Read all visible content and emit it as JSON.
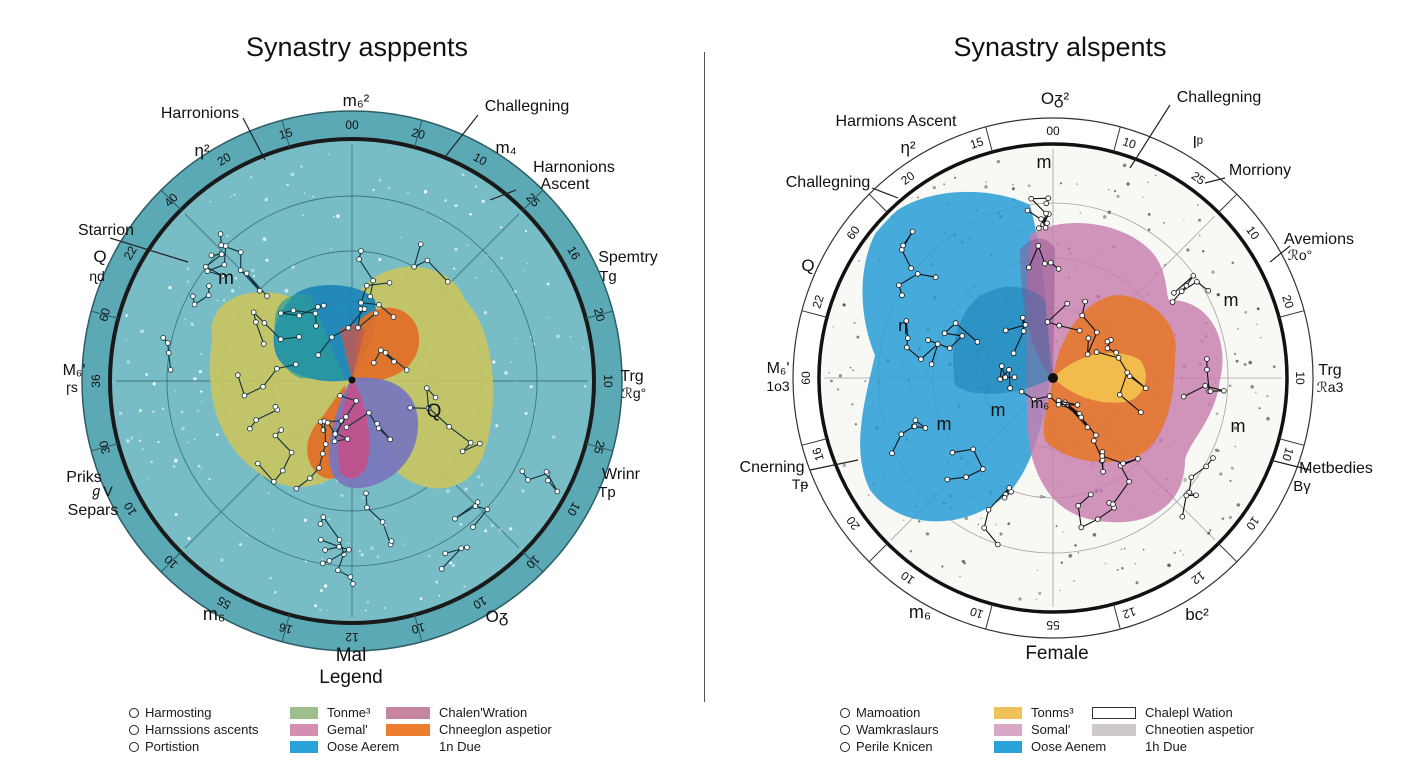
{
  "left_chart": {
    "title": "Synastry asppents",
    "caption_line1": "Mal",
    "caption_line2": "Legend",
    "sign_labels": [
      "Harronions",
      "m₆²",
      "Challegning",
      "η²",
      "m₄",
      "Harnonions",
      "Ascent",
      "Starrion",
      "Q",
      "ɳd",
      "Spemtry",
      "Tg",
      "m",
      "M₆ʹ",
      "ɼs",
      "Trg",
      "ℛg°",
      "Q",
      "Priks",
      "ℊV",
      "Separs",
      "Wrinr",
      "Tp",
      "m₆",
      "Oᵹ"
    ],
    "degree_labels": [
      "00",
      "20",
      "10",
      "25",
      "16",
      "20",
      "10",
      "25",
      "10",
      "10",
      "10",
      "10",
      "12",
      "16",
      "55",
      "10",
      "10",
      "30",
      "36",
      "60",
      "22",
      "40",
      "20",
      "15"
    ]
  },
  "right_chart": {
    "title": "Synastry alspents",
    "caption": "Female",
    "sign_labels": [
      "Oᵹ²",
      "Challegning",
      "Harmions Ascent",
      "η²",
      "m",
      "lᵖ",
      "Challegning",
      "Morriony",
      "Avemions",
      "ℛo°",
      "Q",
      "η",
      "m",
      "M₆ʹ",
      "1o3",
      "m",
      "m",
      "m₆",
      "Trg",
      "ℛa3",
      "Cnerning",
      "Tᵽ",
      "m",
      "Metbedies",
      "Bγ",
      "m₆",
      "bc²"
    ],
    "degree_labels": [
      "00",
      "10",
      "25",
      "10",
      "20",
      "10",
      "10",
      "10",
      "12",
      "12",
      "55",
      "10",
      "10",
      "20",
      "16",
      "60",
      "22",
      "60",
      "20",
      "15"
    ]
  },
  "legend_left": {
    "col1": [
      "Harmosting",
      "Harnssions ascents",
      "Portistion"
    ],
    "col2": [
      "Tonme³",
      "Gemal'",
      "Oose Aerem"
    ],
    "col3": [
      "Chalen'Wration",
      "Chneeglon aspetior",
      "1n Due"
    ]
  },
  "legend_right": {
    "col1": [
      "Mamoation",
      "Wamkraslaurs",
      "Perile Knicen"
    ],
    "col2": [
      "Tonms³",
      "Somal'",
      "Oose Aenem"
    ],
    "col3": [
      "Chalepl Wation",
      "Chneotien aspetior",
      "1h Due"
    ]
  },
  "colors": {
    "left_face": "#73b8c2",
    "right_face": "#f7f7f2",
    "green": "#c2c466",
    "pink": "#c86e9a",
    "orange": "#e3782f",
    "blue": "#2f9fd6",
    "purple": "#7c7bbd",
    "yellow": "#f1c04c",
    "swatch_green": "#9dbf8e",
    "swatch_pink": "#d48faf",
    "swatch_orange": "#ec7d2e",
    "swatch_blue": "#2aa4d8",
    "swatch_mauve": "#c6869f",
    "swatch_yellow": "#efc15a",
    "swatch_lilac": "#d9a8c7",
    "swatch_gray": "#cfc8c8"
  }
}
